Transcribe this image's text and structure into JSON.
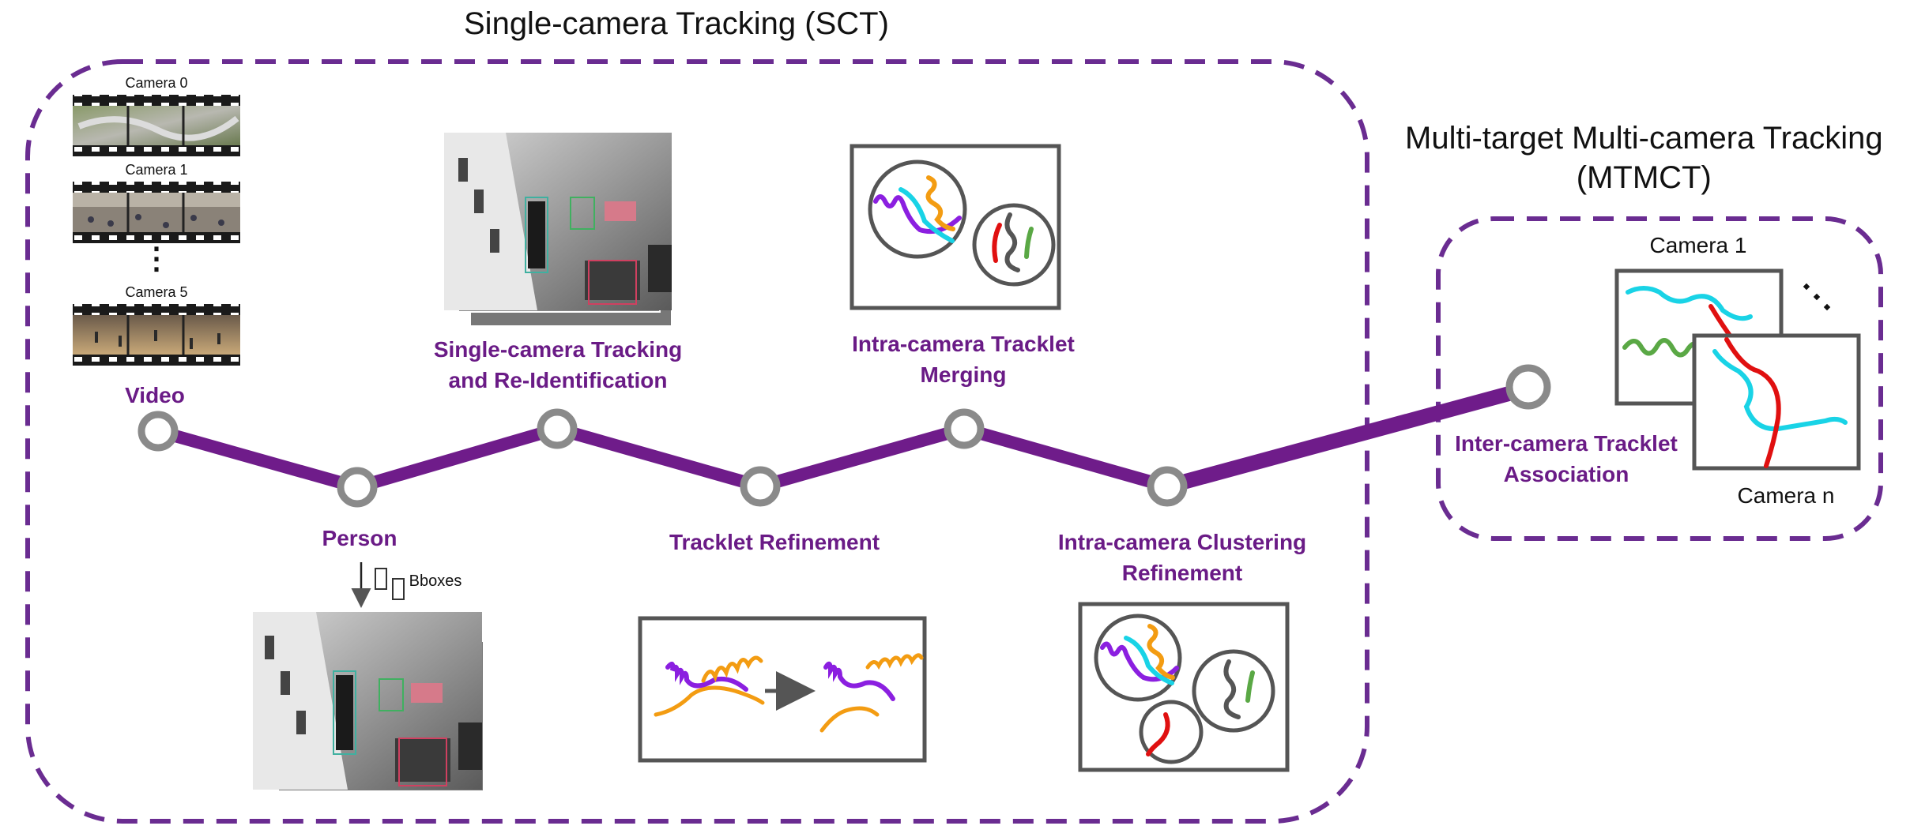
{
  "titles": {
    "sct": "Single-camera Tracking (SCT)",
    "mtmct_line1": "Multi-target Multi-camera Tracking",
    "mtmct_line2": "(MTMCT)"
  },
  "video_strip": {
    "labels": [
      "Camera 0",
      "Camera 1",
      "Camera 5"
    ],
    "ellipsis": "⋮"
  },
  "stages": {
    "video": "Video",
    "person": "Person",
    "sct_reid_line1": "Single-camera Tracking",
    "sct_reid_line2": "and Re-Identification",
    "refinement": "Tracklet Refinement",
    "merging_line1": "Intra-camera Tracklet",
    "merging_line2": "Merging",
    "clustering_line1": "Intra-camera Clustering",
    "clustering_line2": "Refinement",
    "association_line1": "Inter-camera Tracklet",
    "association_line2": "Association"
  },
  "bboxes_label": "Bboxes",
  "mtmct_cameras": {
    "first": "Camera 1",
    "last": "Camera n"
  },
  "colors": {
    "accent_purple": "#6a1b86",
    "path_purple": "#6f1c8a",
    "node_gray": "#8a8a8a",
    "dash_purple": "#6a2c91",
    "orange": "#f39c12",
    "cyan": "#19d3e6",
    "violet": "#8b1fe0",
    "green": "#5aa845",
    "red": "#e01010",
    "dark_gray": "#555555"
  }
}
